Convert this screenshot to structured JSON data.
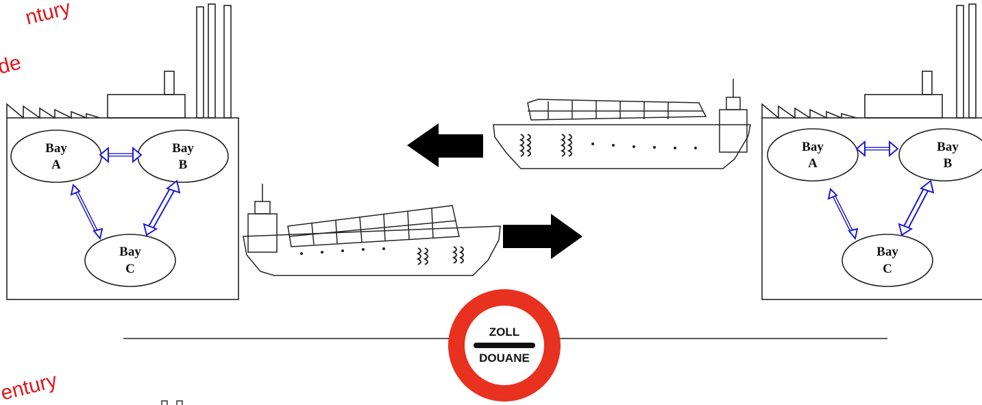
{
  "top_cut_text": {
    "line1": "ntury",
    "line2": "de"
  },
  "bottom_cut_text": "entury",
  "left_factory": {
    "bays": [
      {
        "title": "Bay",
        "letter": "A"
      },
      {
        "title": "Bay",
        "letter": "B"
      },
      {
        "title": "Bay",
        "letter": "C"
      }
    ]
  },
  "right_factory": {
    "bays": [
      {
        "title": "Bay",
        "letter": "A"
      },
      {
        "title": "Bay",
        "letter": "B"
      },
      {
        "title": "Bay",
        "letter": "C"
      }
    ]
  },
  "customs_sign": {
    "line1": "ZOLL",
    "line2": "DOUANE"
  },
  "colors": {
    "arrow_blue": "#1a1ad6",
    "sign_red": "#e8311f",
    "text_red": "#e0171d",
    "line": "#222222"
  }
}
